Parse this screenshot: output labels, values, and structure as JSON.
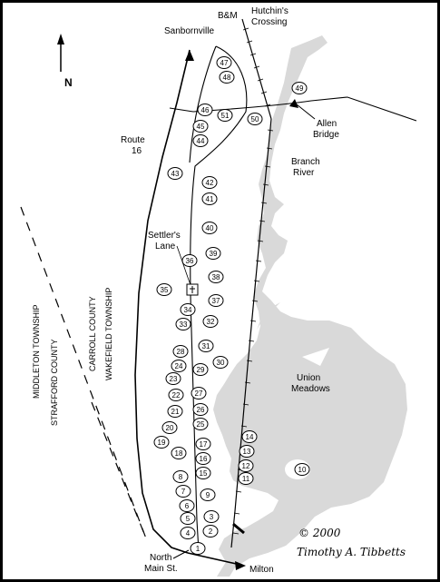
{
  "labels": {
    "bm": "B&M",
    "hutchins": [
      "Hutchin's",
      "Crossing"
    ],
    "sanbornville": "Sanbornville",
    "north": "N",
    "route16": [
      "Route",
      "16"
    ],
    "allen_bridge": [
      "Allen",
      "Bridge"
    ],
    "branch_river": [
      "Branch",
      "River"
    ],
    "settlers_lane": [
      "Settler's",
      "Lane"
    ],
    "union_meadows": [
      "Union",
      "Meadows"
    ],
    "middleton": "MIDDLETON TOWNSHIP",
    "strafford": "STRAFFORD COUNTY",
    "carroll": "CARROLL COUNTY",
    "wakefield": "WAKEFIELD TOWNSHIP",
    "north_main": [
      "North",
      "Main St."
    ],
    "milton": "Milton",
    "copyright": "© 2000",
    "author": "Timothy A. Tibbetts"
  },
  "sites": [
    "47",
    "48",
    "46",
    "51",
    "50",
    "49",
    "45",
    "44",
    "43",
    "42",
    "41",
    "40",
    "39",
    "36",
    "38",
    "35",
    "37",
    "34",
    "33",
    "32",
    "31",
    "28",
    "24",
    "30",
    "29",
    "23",
    "27",
    "22",
    "26",
    "21",
    "25",
    "20",
    "17",
    "14",
    "19",
    "18",
    "16",
    "13",
    "15",
    "12",
    "8",
    "11",
    "10",
    "7",
    "9",
    "6",
    "5",
    "3",
    "4",
    "2",
    "1"
  ],
  "colors": {
    "water": "#d9d9d9",
    "ink": "#000000",
    "background": "#ffffff"
  }
}
